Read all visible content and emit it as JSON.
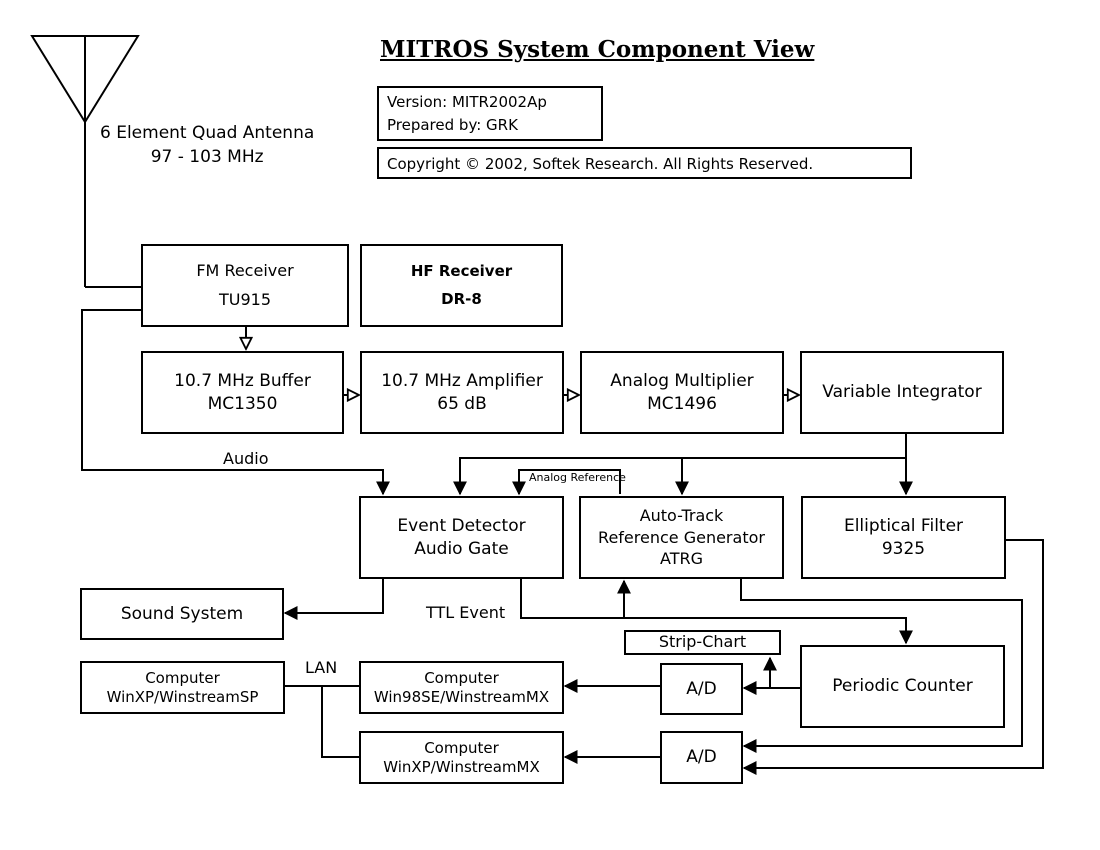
{
  "title": "MITROS System Component View",
  "info": {
    "version": "Version: MITR2002Ap",
    "prepared": "Prepared by: GRK",
    "copyright": "Copyright © 2002, Softek Research. All Rights Reserved."
  },
  "antenna": {
    "line1": "6 Element Quad Antenna",
    "line2": "97 - 103 MHz"
  },
  "components": {
    "fm_receiver": {
      "name": "FM Receiver",
      "model": "TU915"
    },
    "hf_receiver": {
      "name": "HF Receiver",
      "model": "DR-8"
    },
    "buffer": {
      "name": "10.7 MHz Buffer",
      "model": "MC1350"
    },
    "amplifier": {
      "name": "10.7 MHz Amplifier",
      "model": "65 dB"
    },
    "multiplier": {
      "name": "Analog Multiplier",
      "model": "MC1496"
    },
    "integrator": {
      "name": "Variable Integrator"
    },
    "event_detector": {
      "name": "Event Detector",
      "model": "Audio Gate"
    },
    "atrg": {
      "line1": "Auto-Track",
      "line2": "Reference Generator",
      "line3": "ATRG"
    },
    "elliptical_filter": {
      "name": "Elliptical Filter",
      "model": "9325"
    },
    "sound_system": {
      "name": "Sound System"
    },
    "strip_chart": {
      "name": "Strip-Chart"
    },
    "periodic_counter": {
      "name": "Periodic Counter"
    },
    "ad_top": {
      "name": "A/D"
    },
    "ad_bottom": {
      "name": "A/D"
    },
    "computer_sp": {
      "line1": "Computer",
      "line2": "WinXP/WinstreamSP"
    },
    "computer_98": {
      "line1": "Computer",
      "line2": "Win98SE/WinstreamMX"
    },
    "computer_xp": {
      "line1": "Computer",
      "line2": "WinXP/WinstreamMX"
    }
  },
  "labels": {
    "audio": "Audio",
    "analog_reference": "Analog Reference",
    "ttl_event": "TTL Event",
    "lan": "LAN"
  }
}
